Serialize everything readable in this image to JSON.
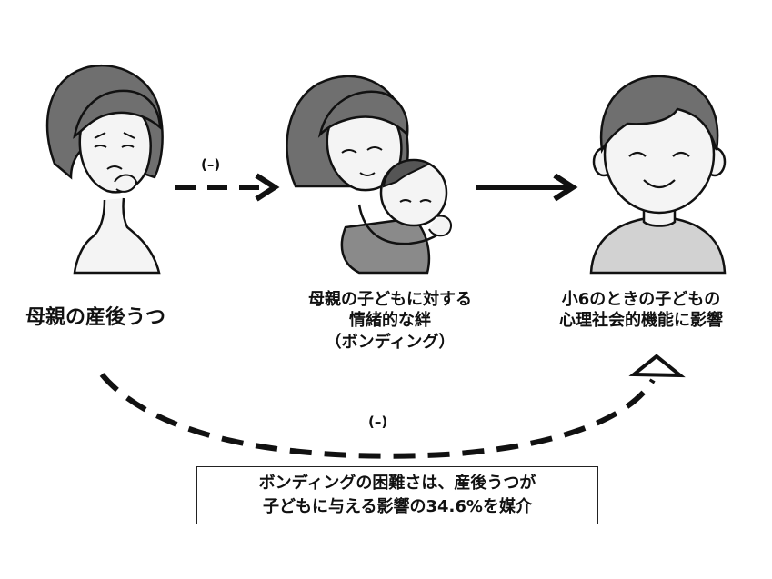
{
  "nodes": {
    "mother_depression": {
      "label": "母親の産後うつ"
    },
    "bonding": {
      "lines": [
        "母親の子どもに対する",
        "情緒的な絆",
        "（ボンディング）"
      ]
    },
    "child_outcome": {
      "lines": [
        "小6のときの子どもの",
        "心理社会的機能に影響"
      ]
    }
  },
  "edges": {
    "depression_to_bonding": {
      "sign": "(–)",
      "style": "dashed"
    },
    "bonding_to_outcome": {
      "style": "solid"
    },
    "depression_to_outcome": {
      "sign": "(–)",
      "style": "dashed"
    }
  },
  "note": {
    "lines": [
      "ボンディングの困難さは、産後うつが",
      "子どもに与える影響の34.6%を媒介"
    ]
  },
  "colors": {
    "ink": "#111111",
    "hair": "#6f6f6f",
    "skin": "#f4f4f4",
    "mother_top": "#8a8a8a",
    "baby_hair": "#555555",
    "child_shirt": "#d2d2d2"
  },
  "icons": [
    "sad-mother-icon",
    "mother-holding-baby-icon",
    "smiling-child-icon"
  ]
}
